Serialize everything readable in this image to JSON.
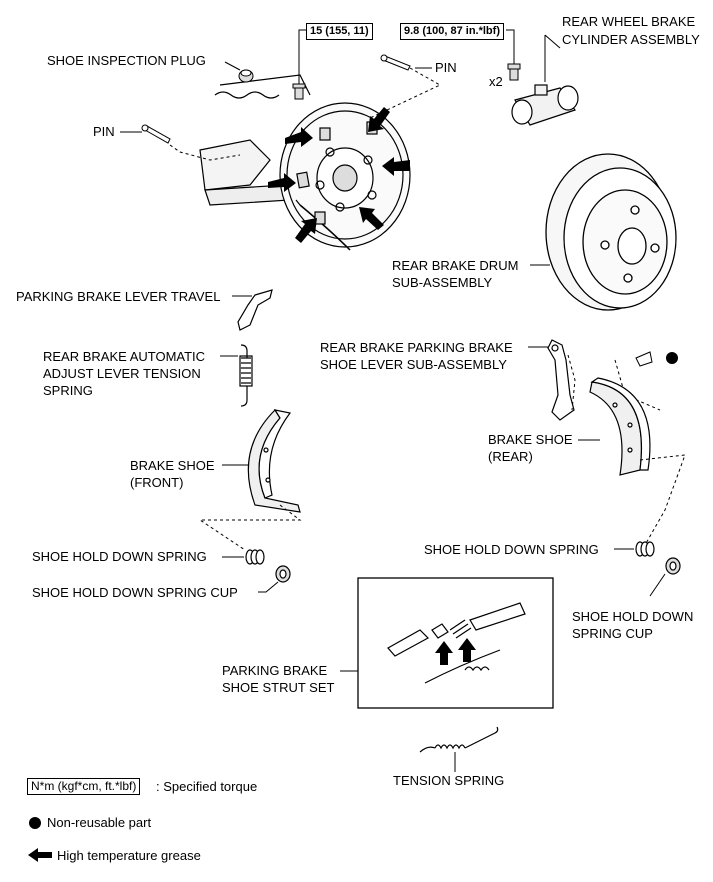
{
  "torque": {
    "hub_bolt": "15 (155, 11)",
    "cylinder_bolt": "9.8 (100, 87 in.*lbf)"
  },
  "labels": {
    "shoe_inspection_plug": "SHOE INSPECTION PLUG",
    "pin_top": "PIN",
    "pin_left": "PIN",
    "wheel_cylinder_line1": "REAR WHEEL BRAKE",
    "wheel_cylinder_line2": "CYLINDER ASSEMBLY",
    "x2": "x2",
    "drum_line1": "REAR BRAKE DRUM",
    "drum_line2": "SUB-ASSEMBLY",
    "lever_travel": "PARKING BRAKE LEVER TRAVEL",
    "adjust_spring_line1": "REAR BRAKE AUTOMATIC",
    "adjust_spring_line2": "ADJUST LEVER TENSION",
    "adjust_spring_line3": "SPRING",
    "parking_lever_line1": "REAR BRAKE PARKING BRAKE",
    "parking_lever_line2": "SHOE LEVER SUB-ASSEMBLY",
    "shoe_front_line1": "BRAKE SHOE",
    "shoe_front_line2": "(FRONT)",
    "shoe_rear_line1": "BRAKE SHOE",
    "shoe_rear_line2": "(REAR)",
    "hold_spring_left": "SHOE HOLD DOWN SPRING",
    "hold_spring_right": "SHOE HOLD DOWN SPRING",
    "hold_cup_left": "SHOE HOLD DOWN SPRING CUP",
    "hold_cup_right_line1": "SHOE HOLD DOWN",
    "hold_cup_right_line2": "SPRING CUP",
    "strut_line1": "PARKING BRAKE",
    "strut_line2": "SHOE STRUT SET",
    "tension_spring": "TENSION SPRING"
  },
  "legend": {
    "torque_unit": "N*m (kgf*cm, ft.*lbf)",
    "torque_desc": ": Specified torque",
    "nonreusable": "Non-reusable part",
    "grease": "High temperature grease"
  }
}
